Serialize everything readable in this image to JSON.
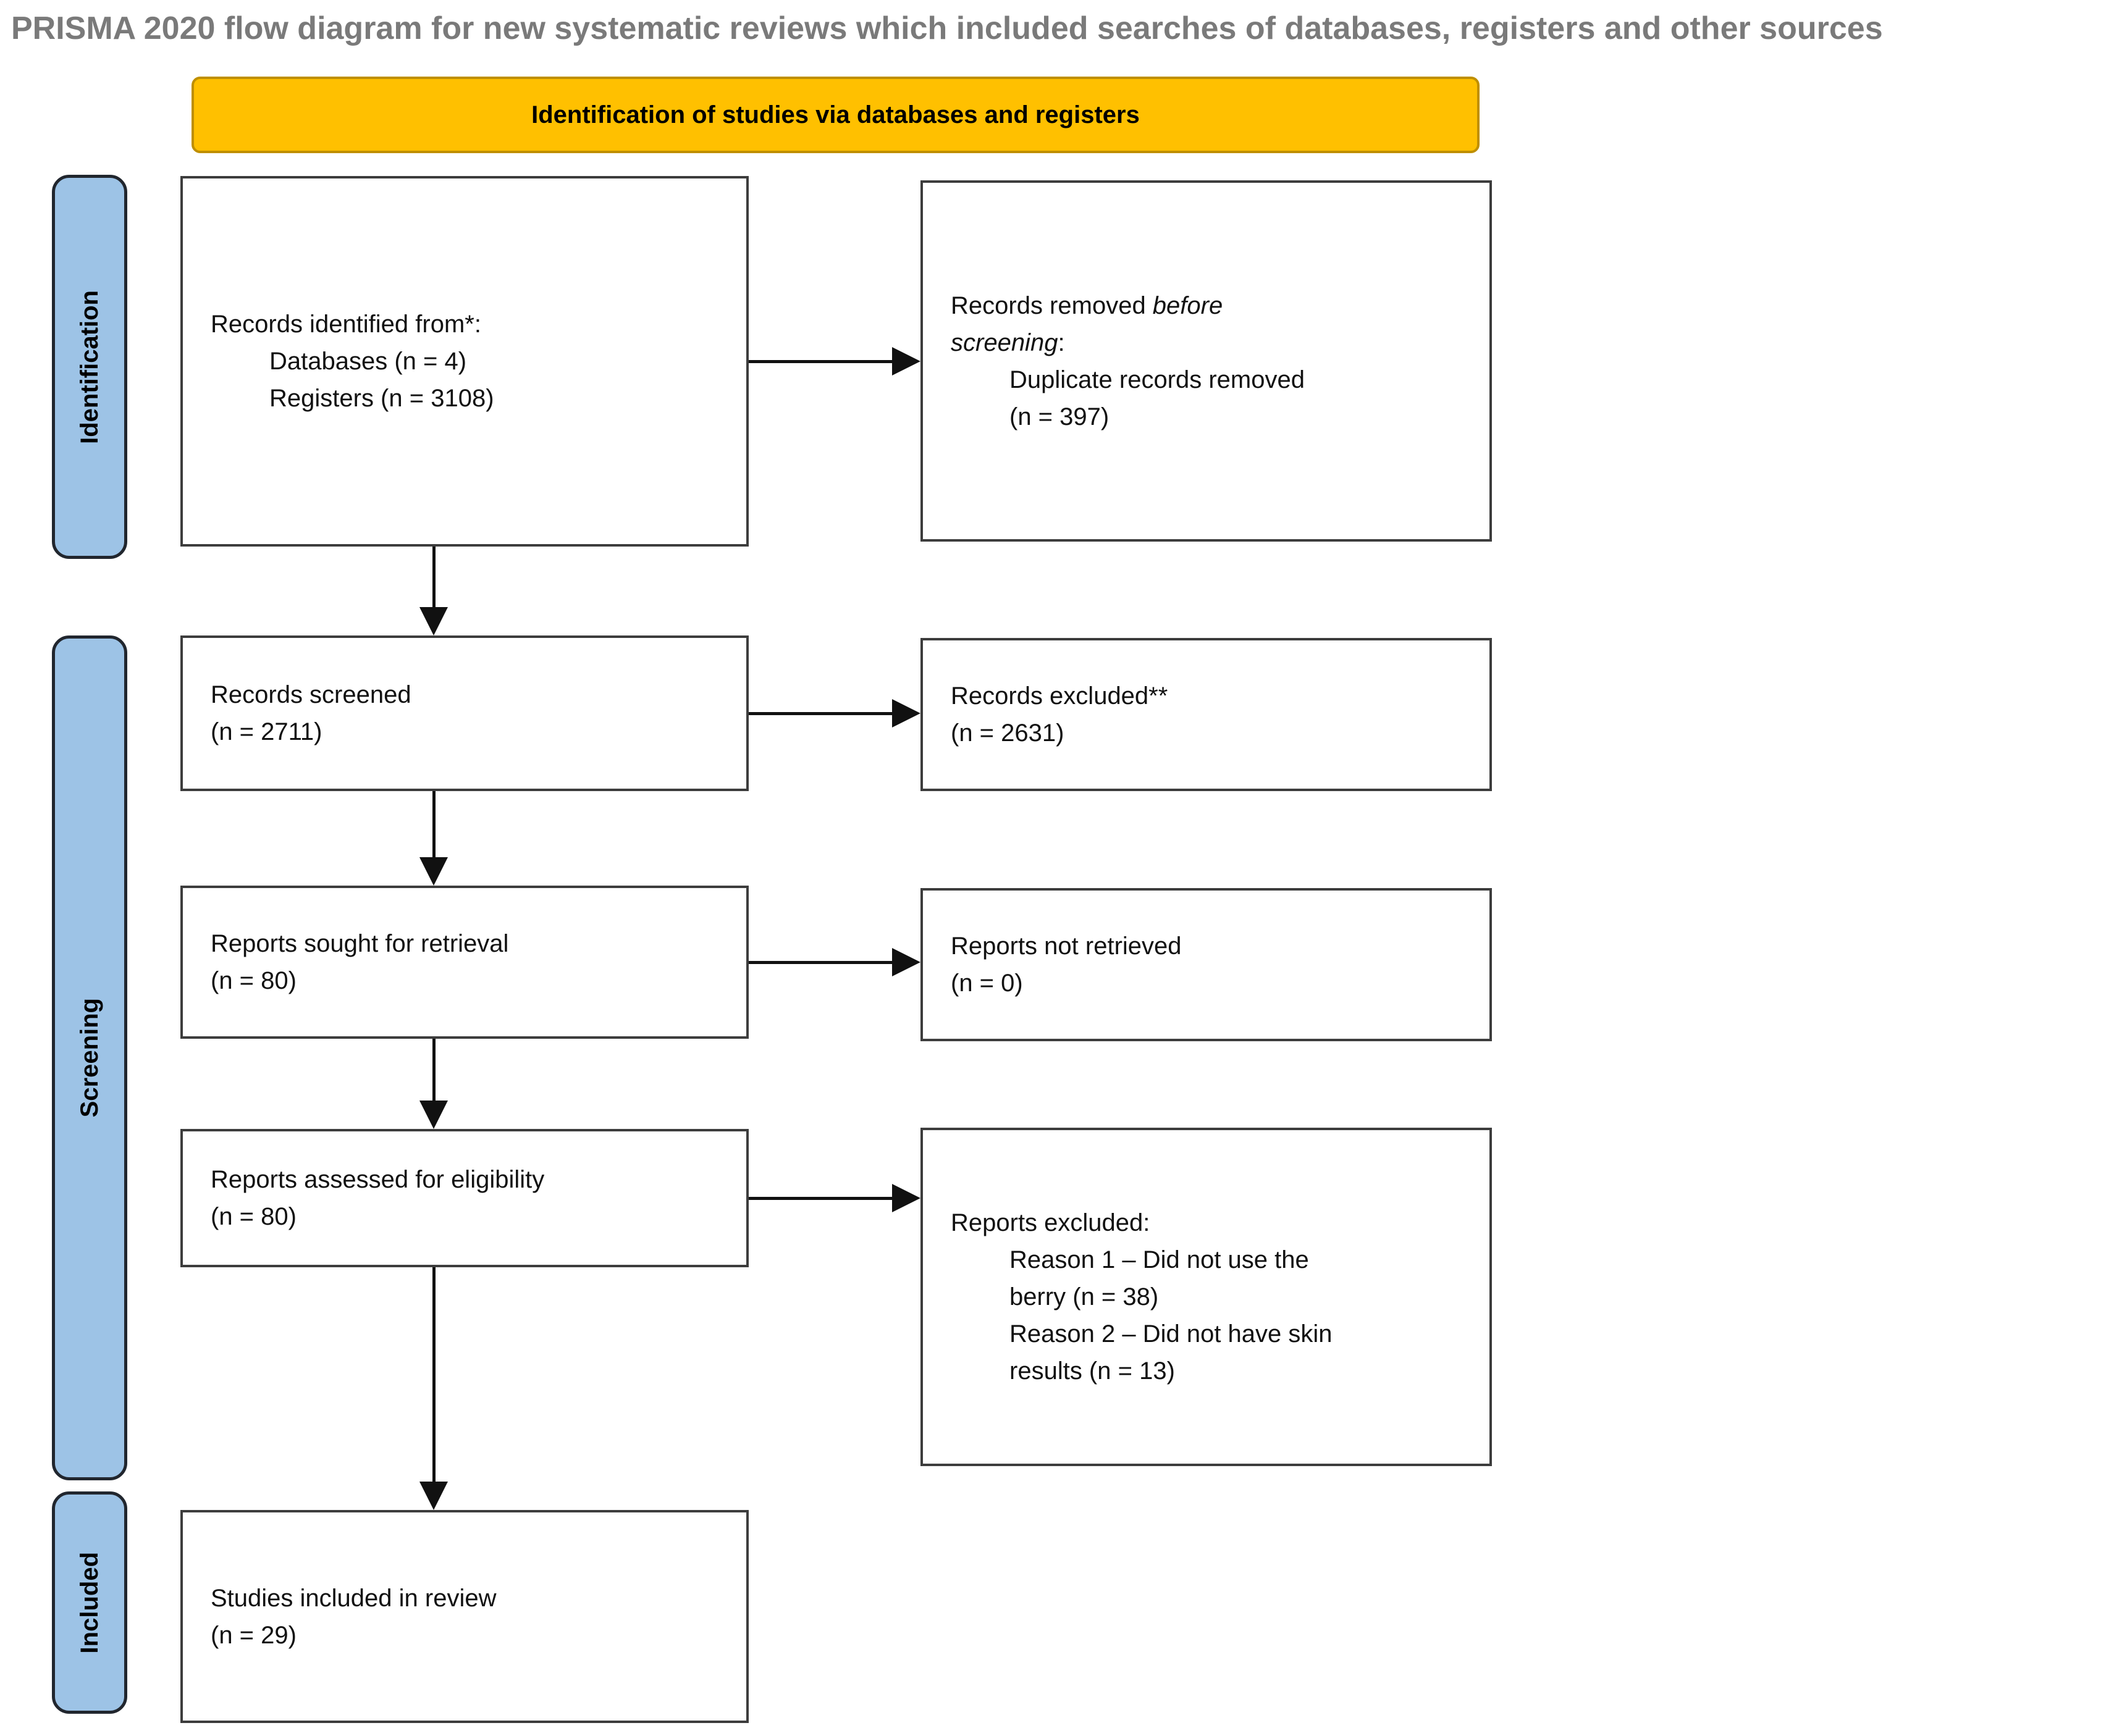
{
  "page_title": "PRISMA 2020 flow diagram for new systematic reviews which included searches of databases, registers and other sources",
  "banner": {
    "label": "Identification of studies via databases and registers"
  },
  "colors": {
    "banner_bg": "#FFC000",
    "banner_border": "#BF8F00",
    "stage_bg": "#9DC3E6",
    "stage_border": "#21262E",
    "box_border": "#3D3D3D",
    "arrow": "#111111",
    "title_color": "#7A7A7A"
  },
  "stages": [
    {
      "id": "identification",
      "label": "Identification"
    },
    {
      "id": "screening",
      "label": "Screening"
    },
    {
      "id": "included",
      "label": "Included"
    }
  ],
  "boxes": [
    {
      "id": "records-identified",
      "lines": [
        {
          "runs": [
            {
              "t": "Records identified from*:"
            }
          ]
        },
        {
          "indent": true,
          "runs": [
            {
              "t": "Databases (n = 4)"
            }
          ]
        },
        {
          "indent": true,
          "runs": [
            {
              "t": "Registers (n = 3108)"
            }
          ]
        }
      ]
    },
    {
      "id": "records-removed",
      "lines": [
        {
          "runs": [
            {
              "t": "Records removed "
            },
            {
              "t": "before",
              "i": true
            }
          ]
        },
        {
          "runs": [
            {
              "t": "screening",
              "i": true
            },
            {
              "t": ":"
            }
          ]
        },
        {
          "indent": true,
          "runs": [
            {
              "t": "Duplicate records removed"
            }
          ]
        },
        {
          "indent": true,
          "runs": [
            {
              "t": "(n = 397)"
            }
          ]
        }
      ]
    },
    {
      "id": "records-screened",
      "lines": [
        {
          "runs": [
            {
              "t": "Records screened"
            }
          ]
        },
        {
          "runs": [
            {
              "t": "(n = 2711)"
            }
          ]
        }
      ]
    },
    {
      "id": "records-excluded",
      "lines": [
        {
          "runs": [
            {
              "t": "Records excluded**"
            }
          ]
        },
        {
          "runs": [
            {
              "t": "(n = 2631)"
            }
          ]
        }
      ]
    },
    {
      "id": "reports-sought",
      "lines": [
        {
          "runs": [
            {
              "t": "Reports sought for retrieval"
            }
          ]
        },
        {
          "runs": [
            {
              "t": "(n = 80)"
            }
          ]
        }
      ]
    },
    {
      "id": "reports-not-retrieved",
      "lines": [
        {
          "runs": [
            {
              "t": "Reports not retrieved"
            }
          ]
        },
        {
          "runs": [
            {
              "t": "(n = 0)"
            }
          ]
        }
      ]
    },
    {
      "id": "reports-assessed",
      "lines": [
        {
          "runs": [
            {
              "t": "Reports assessed for eligibility"
            }
          ]
        },
        {
          "runs": [
            {
              "t": "(n = 80)"
            }
          ]
        }
      ]
    },
    {
      "id": "reports-excluded",
      "lines": [
        {
          "runs": [
            {
              "t": "Reports excluded:"
            }
          ]
        },
        {
          "indent": true,
          "runs": [
            {
              "t": "Reason 1 – Did not use the"
            }
          ]
        },
        {
          "indent": true,
          "runs": [
            {
              "t": "berry (n = 38)"
            }
          ]
        },
        {
          "indent": true,
          "runs": [
            {
              "t": "Reason 2 – Did not have skin"
            }
          ]
        },
        {
          "indent": true,
          "runs": [
            {
              "t": "results (n = 13)"
            }
          ]
        }
      ]
    },
    {
      "id": "studies-included",
      "lines": [
        {
          "runs": [
            {
              "t": "Studies included in review"
            }
          ]
        },
        {
          "runs": [
            {
              "t": "(n = 29)"
            }
          ]
        }
      ]
    }
  ],
  "edges": [
    {
      "id": "e1",
      "from": "records-identified",
      "to": "records-removed"
    },
    {
      "id": "e2",
      "from": "records-identified",
      "to": "records-screened"
    },
    {
      "id": "e3",
      "from": "records-screened",
      "to": "records-excluded"
    },
    {
      "id": "e4",
      "from": "records-screened",
      "to": "reports-sought"
    },
    {
      "id": "e5",
      "from": "reports-sought",
      "to": "reports-not-retrieved"
    },
    {
      "id": "e6",
      "from": "reports-sought",
      "to": "reports-assessed"
    },
    {
      "id": "e7",
      "from": "reports-assessed",
      "to": "reports-excluded"
    },
    {
      "id": "e8",
      "from": "reports-assessed",
      "to": "studies-included"
    }
  ]
}
